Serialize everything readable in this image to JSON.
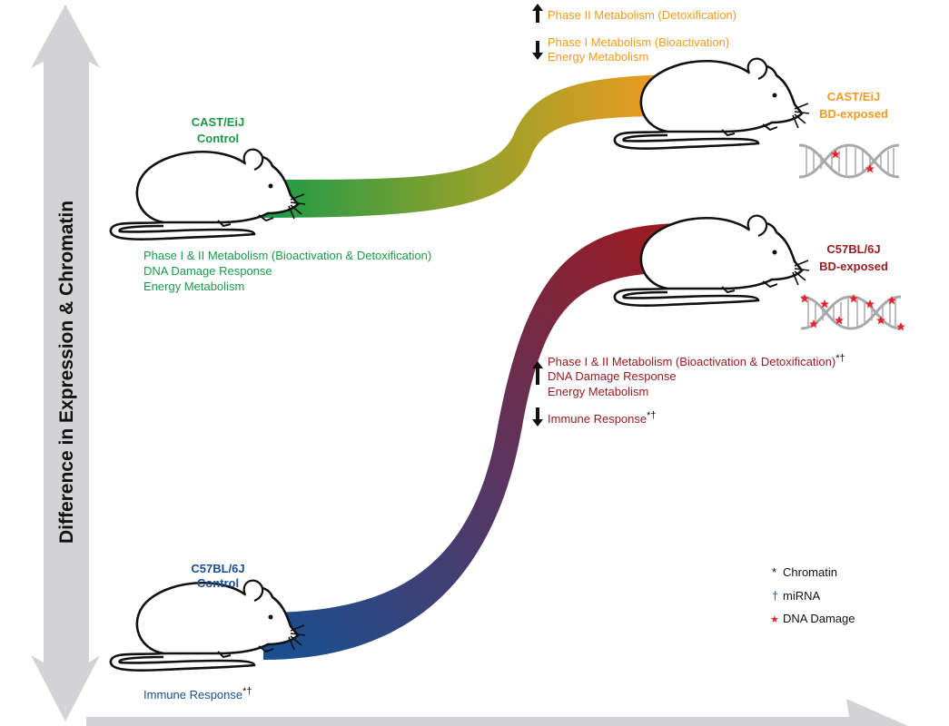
{
  "axis": {
    "y_label": "Difference in Expression & Chromatin"
  },
  "colors": {
    "cast": "#f39a1f",
    "cast_control": "#1a9a48",
    "c57": "#9a1b22",
    "c57_control": "#1a4f91",
    "axis_gray": "#d3d3d5",
    "dna_gray": "#a9a9ab",
    "star_red": "#e8202a"
  },
  "cast_control": {
    "name": "CAST/EiJ",
    "group": "Control",
    "lines": [
      "Phase I & II Metabolism (Bioactivation & Detoxification)",
      "DNA Damage Response",
      "Energy Metabolism"
    ]
  },
  "cast_exposed": {
    "name": "CAST/EiJ",
    "group": "BD-exposed",
    "up_lines": [
      "Phase II Metabolism (Detoxification)"
    ],
    "down_lines": [
      "Phase I Metabolism (Bioactivation)",
      "Energy Metabolism"
    ]
  },
  "c57_control": {
    "name": "C57BL/6J",
    "group": "Control",
    "line": "Immune Response",
    "marks": "*†"
  },
  "c57_exposed": {
    "name": "C57BL/6J",
    "group": "BD-exposed",
    "up_lines": [
      "Phase I & II Metabolism (Bioactivation & Detoxification)",
      "DNA Damage Response",
      "Energy Metabolism"
    ],
    "up_marks": "*†",
    "down_line": "Immune Response",
    "down_marks": "*†"
  },
  "legend": [
    {
      "symbol": "*",
      "label": "Chromatin"
    },
    {
      "symbol": "†",
      "label": "miRNA"
    },
    {
      "symbol": "★",
      "label": "DNA Damage"
    }
  ]
}
